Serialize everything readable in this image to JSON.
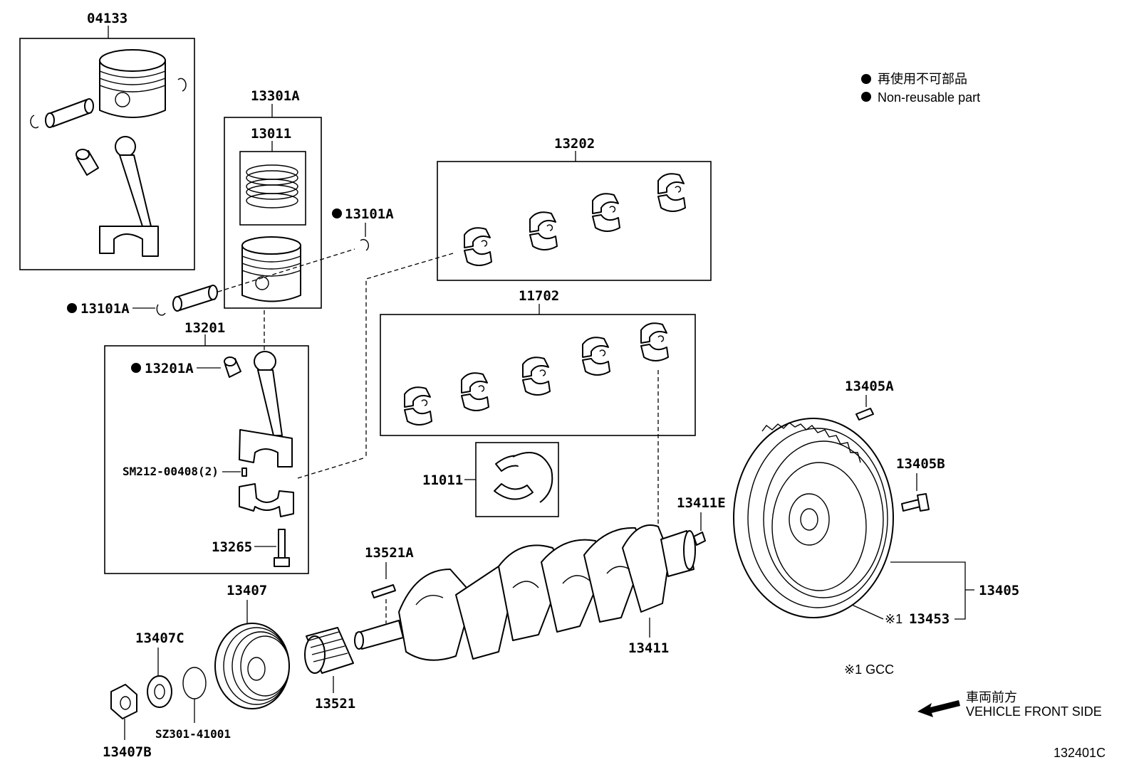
{
  "legend": {
    "jp": "再使用不可部品",
    "en": "Non-reusable part"
  },
  "labels": {
    "p04133": "04133",
    "p13301A": "13301A",
    "p13011": "13011",
    "p13101A_top": "13101A",
    "p13101A_left": "13101A",
    "p13201": "13201",
    "p13201A": "13201A",
    "pSM212": "SM212-00408(2)",
    "p13265": "13265",
    "p13202": "13202",
    "p11702": "11702",
    "p11011": "11011",
    "p13405A": "13405A",
    "p13405B": "13405B",
    "p13411E": "13411E",
    "p13405": "13405",
    "p13453_prefix": "※1",
    "p13453": "13453",
    "p13521A": "13521A",
    "p13407": "13407",
    "p13407C": "13407C",
    "p13521": "13521",
    "p13411": "13411",
    "pSZ301": "SZ301-41001",
    "p13407B": "13407B"
  },
  "note_gcc": "※1 GCC",
  "direction": {
    "jp": "車両前方",
    "en": "VEHICLE FRONT SIDE"
  },
  "figure_id": "132401C",
  "colors": {
    "ink": "#000000",
    "paper": "#ffffff"
  }
}
